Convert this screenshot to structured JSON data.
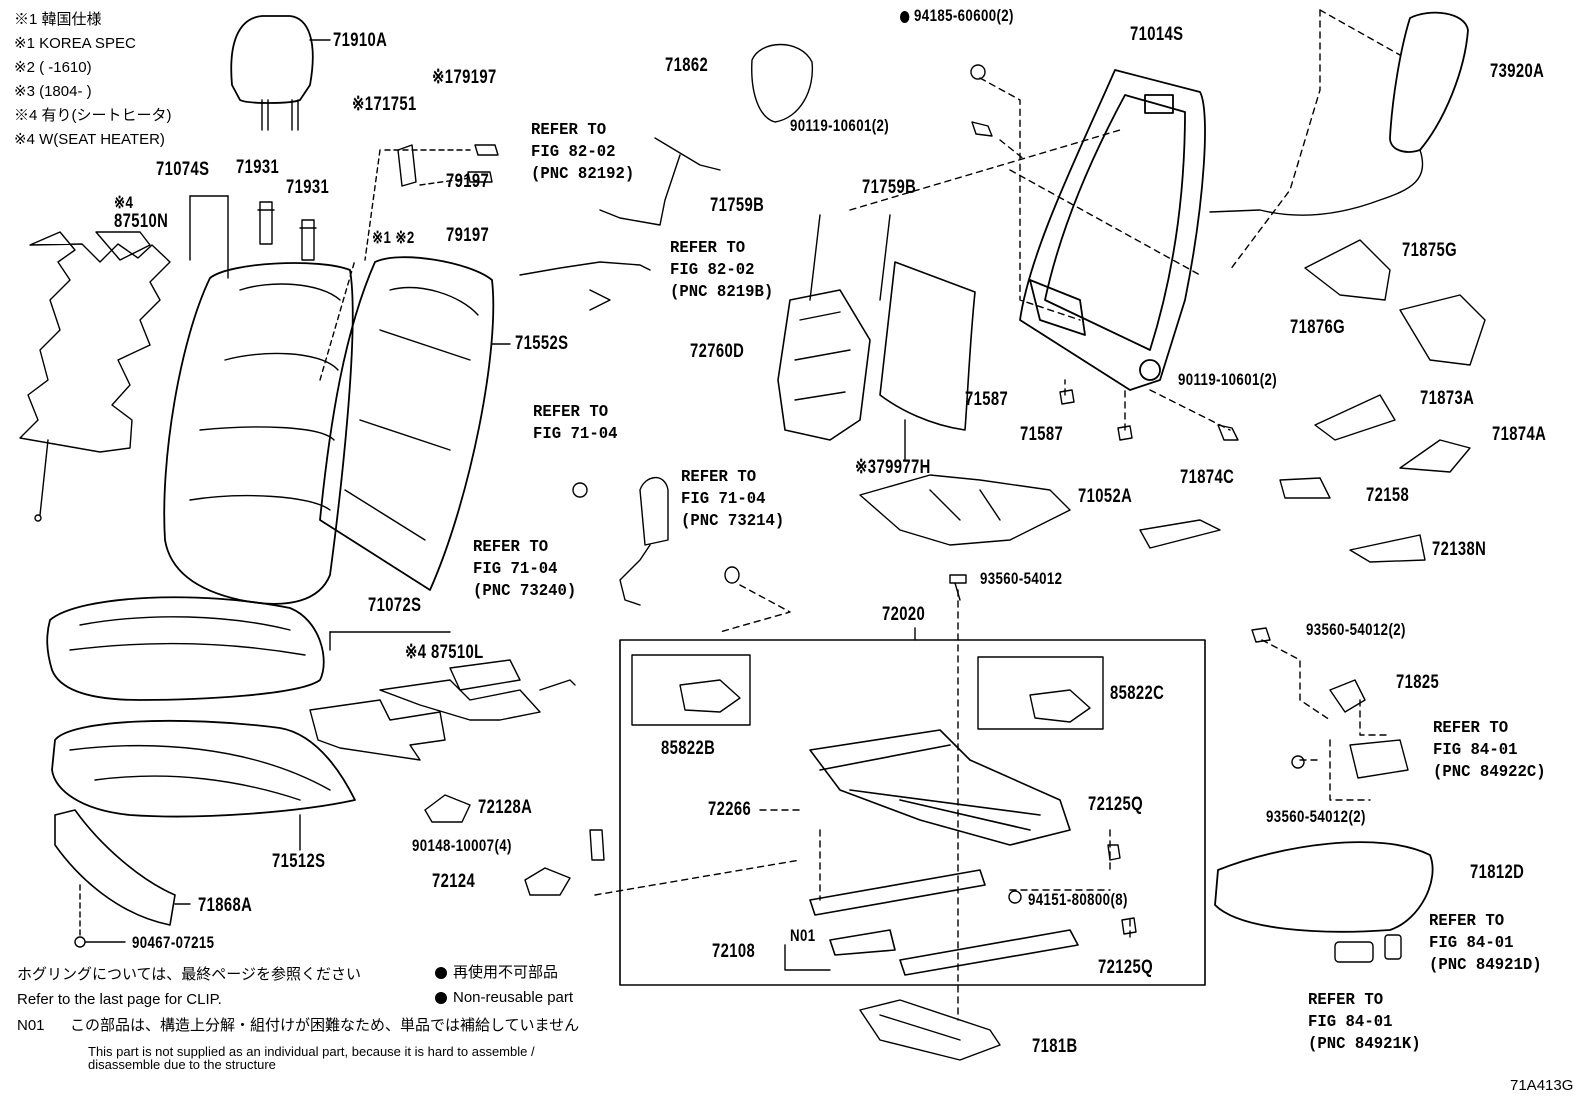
{
  "notes": {
    "line1": "※1 韓国仕様",
    "line2": "※1 KOREA SPEC",
    "line3": "※2 (       -1610)",
    "line4": "※3 (1804-        )",
    "line5": "※4 有り(シートヒータ)",
    "line6": "※4 W(SEAT HEATER)"
  },
  "parts": {
    "p71910A": "71910A",
    "p79197a": "※179197",
    "p71751": "※171751",
    "p79197b": "79197",
    "p79197b_mark": "※1 ※2",
    "p71931a": "71931",
    "p71931b": "71931",
    "p71074S": "71074S",
    "p87510N_mark": "※4",
    "p87510N": "87510N",
    "p71552S": "71552S",
    "p71862": "71862",
    "p94185": "94185-60600(2)",
    "p71014S": "71014S",
    "p73920A": "73920A",
    "p90119a": "90119-10601(2)",
    "p71759Ba": "71759B",
    "p71759Bb": "71759B",
    "p71875G": "71875G",
    "p71876G": "71876G",
    "p72760D": "72760D",
    "p71587a": "71587",
    "p71587b": "71587",
    "p90119b": "90119-10601(2)",
    "p71873A": "71873A",
    "p71874A": "71874A",
    "p79977H": "※379977H",
    "p71052A": "71052A",
    "p71874C": "71874C",
    "p72158": "72158",
    "p72138N": "72138N",
    "p93560a": "93560-54012",
    "p71072S": "71072S",
    "p87510L": "※4 87510L",
    "p72020": "72020",
    "p85822C": "85822C",
    "p85822B": "85822B",
    "p93560b": "93560-54012(2)",
    "p71825": "71825",
    "p72128A": "72128A",
    "p72266": "72266",
    "p72125Qa": "72125Q",
    "p90148": "90148-10007(4)",
    "p71512S": "71512S",
    "p72124": "72124",
    "p93560c": "93560-54012(2)",
    "p71812D": "71812D",
    "p94151": "94151-80800(8)",
    "p71868A": "71868A",
    "p72108": "72108",
    "pN01": "N01",
    "p72125Qb": "72125Q",
    "p90467": "90467-07215",
    "p7181B": "7181B"
  },
  "refs": {
    "r1": "REFER TO\nFIG 82-02\n(PNC 82192)",
    "r2": "REFER TO\nFIG 82-02\n(PNC 8219B)",
    "r3": "REFER TO\nFIG 71-04",
    "r4": "REFER TO\nFIG 71-04\n(PNC 73214)",
    "r5": "REFER TO\nFIG 71-04\n(PNC 73240)",
    "r6": "REFER TO\nFIG 84-01\n(PNC 84922C)",
    "r7": "REFER TO\nFIG 84-01\n(PNC 84921D)",
    "r8": "REFER TO\nFIG 84-01\n(PNC 84921K)"
  },
  "footer": {
    "clip_jp": "ホグリングについては、最終ページを参照ください",
    "clip_en": "Refer to the last page for CLIP.",
    "nonreuse_jp": "再使用不可部品",
    "nonreuse_en": "Non-reusable part",
    "n01_code": "N01",
    "n01_jp": "この部品は、構造上分解・組付けが困難なため、単品では補給していません",
    "n01_en1": "This part is not supplied as an individual part, because it is hard to assemble /",
    "n01_en2": "disassemble due to the structure",
    "fig_code": "71A413G"
  }
}
